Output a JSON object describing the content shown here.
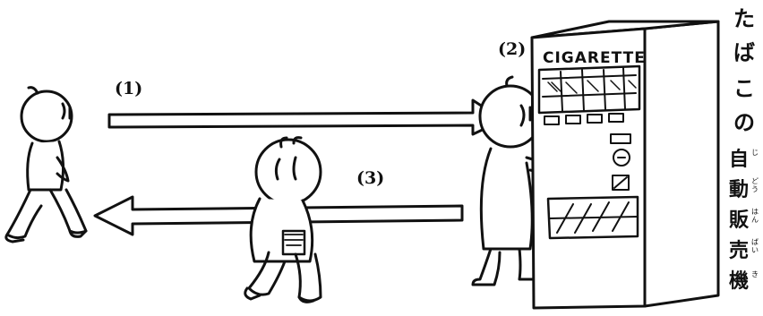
{
  "steps": {
    "step1": "(1)",
    "step2": "(2)",
    "step3": "(3)"
  },
  "machine": {
    "sign": "CIGARETTE"
  },
  "title": {
    "kana": [
      "た",
      "ば",
      "こ",
      "の"
    ],
    "kanji": [
      "自",
      "動",
      "販",
      "売",
      "機"
    ],
    "ruby": [
      "じ",
      "どう",
      "はん",
      "ばい",
      "き"
    ]
  }
}
